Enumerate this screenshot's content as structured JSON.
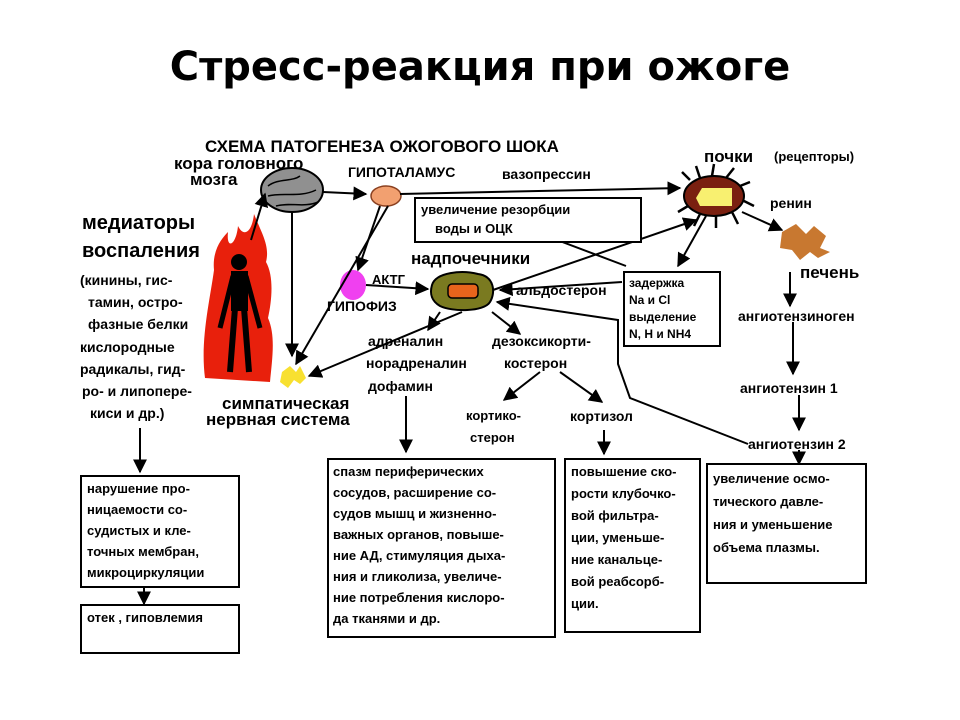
{
  "slide": {
    "title": "Стресс-реакция при ожоге"
  },
  "scheme": {
    "heading": "СХЕМА ПАТОГЕНЕЗА ОЖОГОВОГО ШОКА",
    "cortex": [
      "кора головного",
      "мозга"
    ],
    "hypothalamus": "ГИПОТАЛАМУС",
    "vasopressin": "вазопрессин",
    "kidneys": "почки",
    "receptors": "(рецепторы)",
    "renin": "ренин",
    "liver": "печень",
    "reabsorption_box": [
      "увеличение резорбции",
      "воды и ОЦК"
    ],
    "adrenals": "надпочечники",
    "acth": "АКТГ",
    "pituitary": "ГИПОФИЗ",
    "aldosterone": "альдостерон",
    "retention_box": [
      "задержка",
      "Na и Cl",
      "выделение",
      "N, H и NH4"
    ],
    "angiotensinogen": "ангиотензиноген",
    "angiotensin1": "ангиотензин 1",
    "angiotensin2": "ангиотензин 2",
    "mediators": [
      "медиаторы",
      "воспаления"
    ],
    "mediators_list": [
      "(кинины, гис-",
      "тамин, остро-",
      "фазные белки",
      "кислородные",
      "радикалы, гид-",
      "ро- и липопере-",
      "киси и др.)"
    ],
    "sympathetic": [
      "симпатическая",
      "нервная система"
    ],
    "catecholamines": [
      "адреналин",
      "норадреналин",
      "дофамин"
    ],
    "deoxycorticosterone": [
      "дезоксикорти-",
      "костерон"
    ],
    "corticosterone": [
      "кортико-",
      "стерон"
    ],
    "cortisol": "кортизол",
    "box_permeability": [
      "нарушение про-",
      "ницаемости со-",
      "судистых и кле-",
      "точных мембран,",
      "микроциркуляции"
    ],
    "box_edema": [
      "отек , гиповлемия"
    ],
    "box_spasm": [
      "спазм периферических",
      "сосудов, расширение со-",
      "судов мышц и жизненно-",
      "важных органов, повыше-",
      "ние АД, стимуляция дыха-",
      "ния и гликолиза, увеличе-",
      "ние потребления кислоро-",
      "да тканями и др."
    ],
    "box_filtration": [
      "повышение ско-",
      "рости клубочко-",
      "вой фильтра-",
      "ции, уменьше-",
      "ние канальце-",
      "вой реабсорб-",
      "ции."
    ],
    "box_osmotic": [
      "увеличение осмо-",
      "тического давле-",
      "ния и уменьшение",
      "объема плазмы."
    ]
  },
  "colors": {
    "flame": "#e8200c",
    "brain": "#909090",
    "hypothalamus": "#f2a070",
    "pituitary": "#f040f0",
    "adrenal_outer": "#7a7a20",
    "adrenal_inner": "#e8641c",
    "kidney_body": "#7a2010",
    "kidney_core": "#f8f070",
    "liver": "#c87830",
    "sympathetic": "#f8e030"
  },
  "icons": [
    "brain-icon",
    "hypothalamus-icon",
    "pituitary-icon",
    "adrenal-gland-icon",
    "kidney-icon",
    "liver-icon",
    "burning-human-figure",
    "sympathetic-ganglion-icon"
  ]
}
